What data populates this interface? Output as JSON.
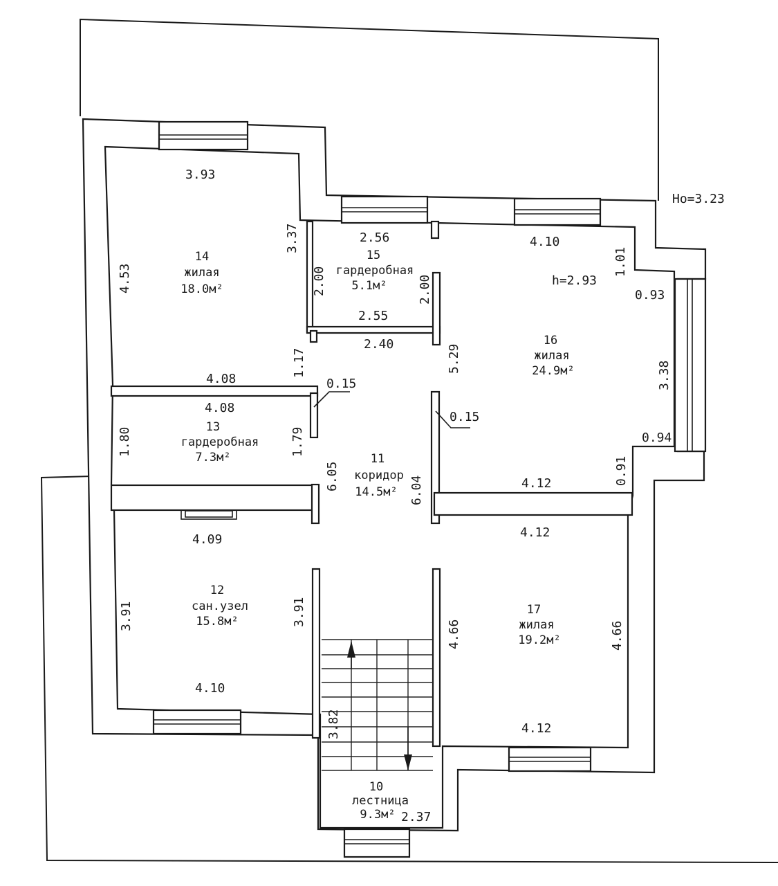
{
  "plan": {
    "heights": {
      "ho": "Hо=3.23",
      "h": "h=2.93"
    },
    "rooms": [
      {
        "id": "room-14",
        "number": "14",
        "name": "жилая",
        "area": "18.0м²"
      },
      {
        "id": "room-15",
        "number": "15",
        "name": "гардеробная",
        "area": "5.1м²"
      },
      {
        "id": "room-16",
        "number": "16",
        "name": "жилая",
        "area": "24.9м²"
      },
      {
        "id": "room-13",
        "number": "13",
        "name": "гардеробная",
        "area": "7.3м²"
      },
      {
        "id": "room-11",
        "number": "11",
        "name": "коридор",
        "area": "14.5м²"
      },
      {
        "id": "room-12",
        "number": "12",
        "name": "сан.узел",
        "area": "15.8м²"
      },
      {
        "id": "room-17",
        "number": "17",
        "name": "жилая",
        "area": "19.2м²"
      },
      {
        "id": "room-10",
        "number": "10",
        "name": "лестница",
        "area": "9.3м²"
      }
    ],
    "dims": {
      "d_393": "3.93",
      "d_453": "4.53",
      "d_337": "3.37",
      "d_256": "2.56",
      "d_200a": "2.00",
      "d_200b": "2.00",
      "d_255": "2.55",
      "d_240": "2.40",
      "d_410a": "4.10",
      "d_101": "1.01",
      "d_093": "0.93",
      "d_338": "3.38",
      "d_094": "0.94",
      "d_091": "0.91",
      "d_529": "5.29",
      "d_117": "1.17",
      "d_408a": "4.08",
      "d_408b": "4.08",
      "d_015a": "0.15",
      "d_015b": "0.15",
      "d_180": "1.80",
      "d_179": "1.79",
      "d_605": "6.05",
      "d_604": "6.04",
      "d_412a": "4.12",
      "d_412b": "4.12",
      "d_412c": "4.12",
      "d_409": "4.09",
      "d_391a": "3.91",
      "d_391b": "3.91",
      "d_410b": "4.10",
      "d_466a": "4.66",
      "d_466b": "4.66",
      "d_382": "3.82",
      "d_237": "2.37"
    }
  }
}
